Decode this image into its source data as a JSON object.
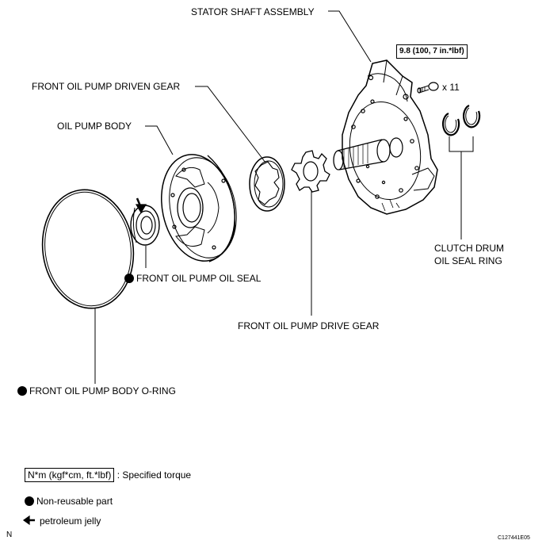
{
  "labels": {
    "stator_shaft": "STATOR SHAFT ASSEMBLY",
    "driven_gear": "FRONT OIL PUMP DRIVEN GEAR",
    "pump_body": "OIL PUMP BODY",
    "oil_seal": "FRONT OIL PUMP OIL SEAL",
    "drive_gear": "FRONT OIL PUMP DRIVE GEAR",
    "o_ring": "FRONT OIL PUMP BODY O-RING",
    "clutch_drum_line1": "CLUTCH DRUM",
    "clutch_drum_line2": "OIL SEAL RING"
  },
  "torque_spec": "9.8 (100, 7 in.*lbf)",
  "bolt_count": "x 11",
  "legend": {
    "torque_box": "N*m (kgf*cm, ft.*lbf)",
    "torque_text": ": Specified torque",
    "nonreusable": "Non-reusable part",
    "petroleum": "petroleum jelly"
  },
  "corner_left": "N",
  "figure_code": "C127441E05",
  "colors": {
    "line": "#000000",
    "background": "#ffffff"
  }
}
